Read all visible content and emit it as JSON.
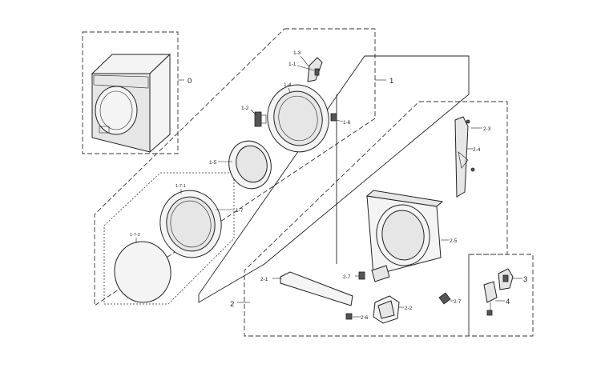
{
  "callouts": {
    "c0": "0",
    "c1": "1",
    "c1_1": "1-1",
    "c1_2": "1-2",
    "c1_3": "1-3",
    "c1_4": "1-4",
    "c1_5": "1-5",
    "c1_6": "1-6",
    "c1_7": "1-7",
    "c1_7_1": "1-7-1",
    "c1_7_2": "1-7-2",
    "c2": "2",
    "c2_1": "2-1",
    "c2_2": "2-2",
    "c2_3": "2-3",
    "c2_4": "2-4",
    "c2_5": "2-5",
    "c2_6": "2-6",
    "c2_7a": "2-7",
    "c2_7b": "2-7",
    "c3": "3",
    "c4": "4"
  }
}
